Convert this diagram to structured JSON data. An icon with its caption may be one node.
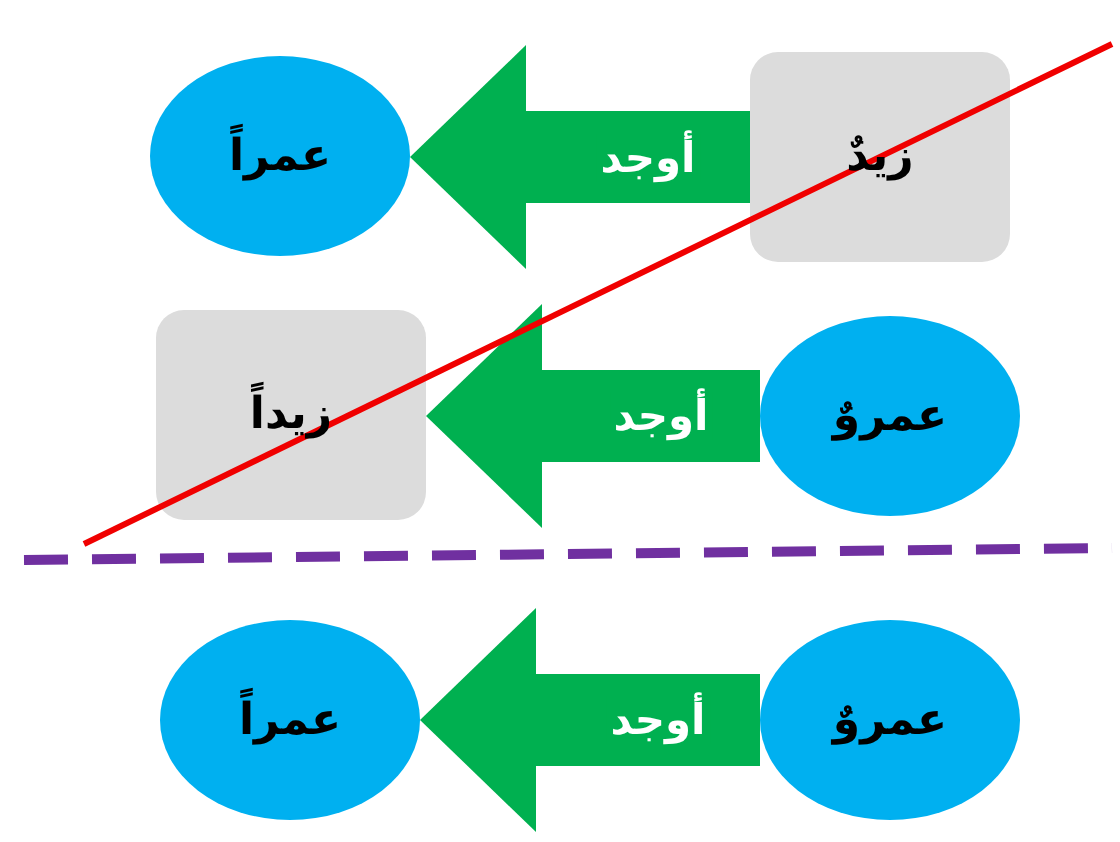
{
  "diagram": {
    "nodes": [
      {
        "text": [
          "زيدٌ"
        ]
      },
      {
        "text": [
          "عمراً"
        ]
      },
      {
        "text": [
          "عمروٌ"
        ]
      },
      {
        "text": [
          "زيداً"
        ]
      },
      {
        "text": [
          "عمروٌ"
        ]
      },
      {
        "text": [
          "عمراً"
        ]
      }
    ],
    "edges": [
      {
        "from": 0,
        "to": 1,
        "arrow": "to",
        "label": "أوجد"
      },
      {
        "from": 2,
        "to": 3,
        "arrow": "to",
        "label": "أوجد"
      },
      {
        "from": 4,
        "to": 5,
        "arrow": "to",
        "label": "أوجد"
      }
    ]
  }
}
